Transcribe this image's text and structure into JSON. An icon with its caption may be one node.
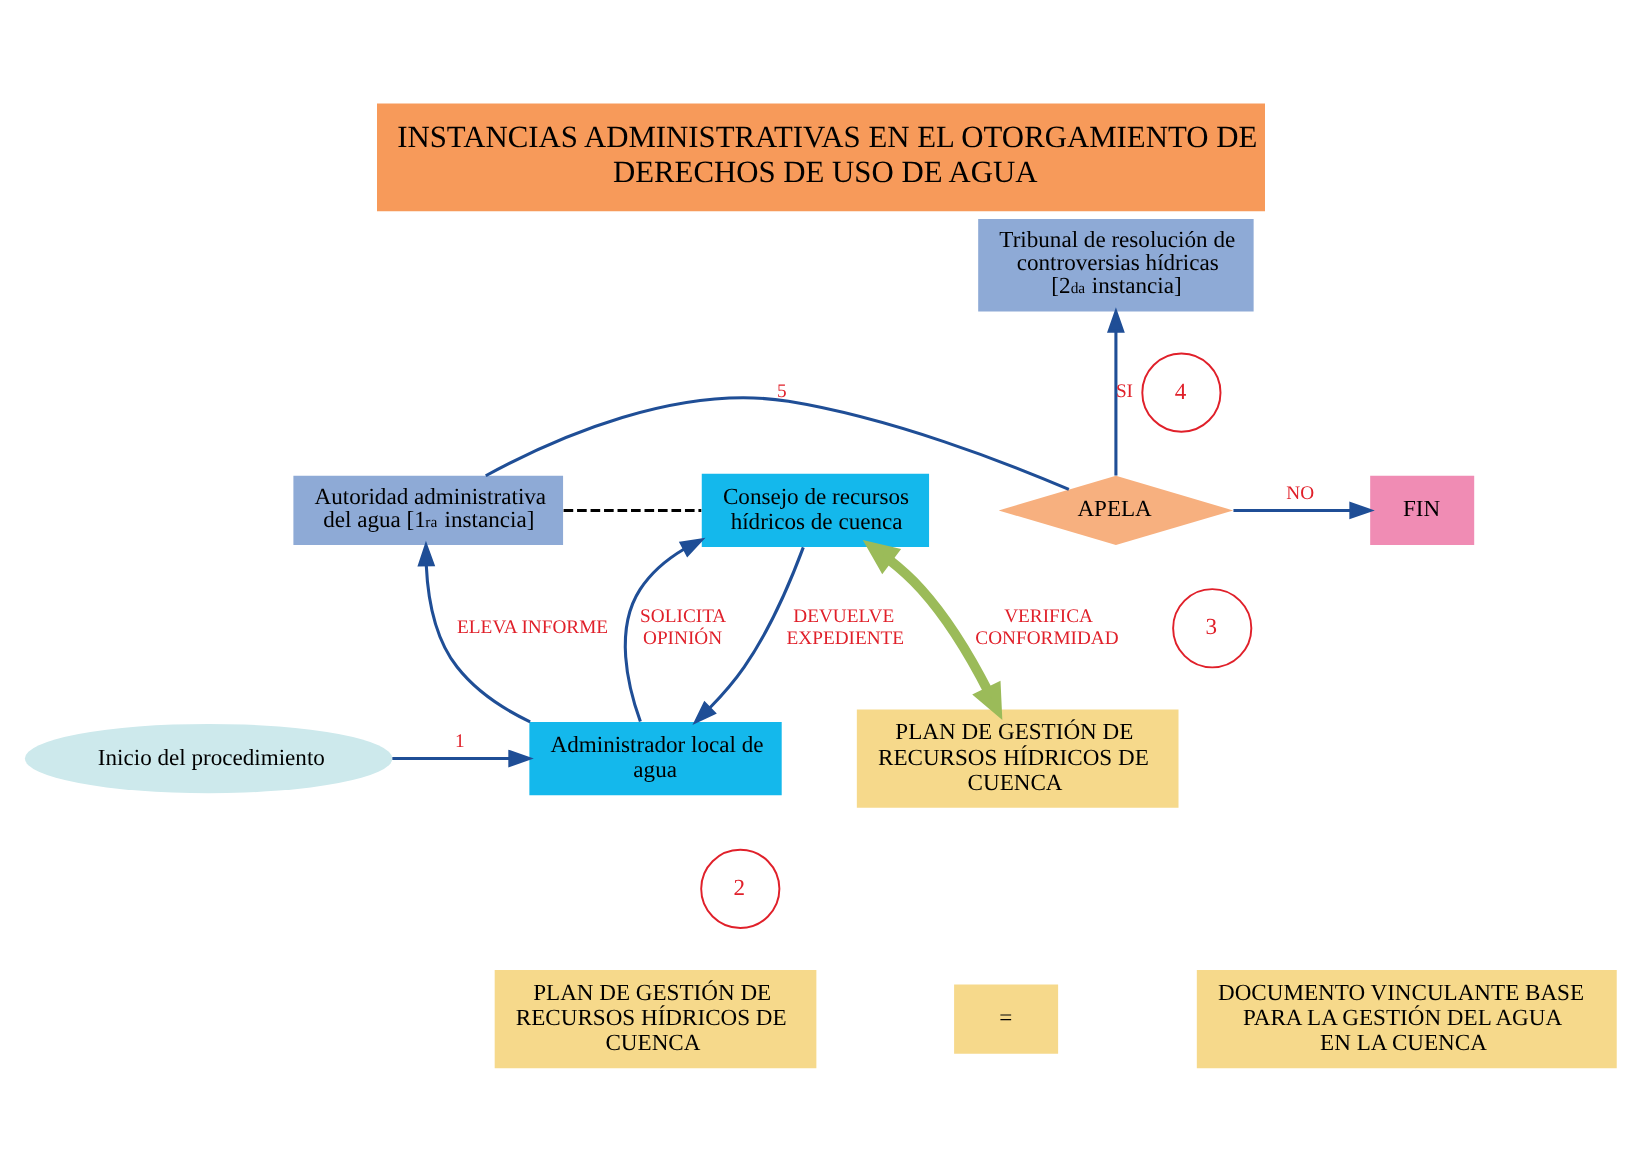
{
  "diagram": {
    "title": "INSTANCIAS ADMINISTRATIVAS EN EL OTORGAMIENTO DE DERECHOS DE USO DE AGUA",
    "nodes": [
      {
        "text": [
          "Tribunal de resolución de controversias hídricas [2$^{da}$ instancia]"
        ]
      },
      {
        "text": [
          "FIN"
        ]
      },
      {
        "text": [
          "APELA"
        ]
      },
      {
        "text": [
          "Autoridad administrativa del agua [1$^{ra}$ instancia]"
        ]
      },
      {
        "text": [
          "Consejo de recursos hídricos de cuenca"
        ]
      },
      {
        "text": [
          "Inicio del procedimiento"
        ]
      },
      {
        "text": [
          "Administrador local de agua"
        ]
      },
      {
        "text": [
          "PLAN DE GESTIÓN DE RECURSOS HÍDRICOS DE CUENCA"
        ]
      },
      {
        "text": [
          "PLAN DE GESTIÓN DE RECURSOS HÍDRICOS DE CUENCA"
        ]
      },
      {
        "text": [
          "="
        ]
      },
      {
        "text": [
          "DOCUMENTO VINCULANTE BASE PARA LA GESTIÓN DEL AGUA EN LA CUENCA"
        ]
      }
    ],
    "edges": [
      {
        "from": 5,
        "to": 6,
        "arrow": "to",
        "label": "1"
      },
      {
        "from": 6,
        "to": 3,
        "arrow": "to",
        "label": "ELEVA INFORME"
      },
      {
        "from": 3,
        "to": 2,
        "arrow": "none",
        "label": "5"
      },
      {
        "from": 2,
        "to": 0,
        "arrow": "to",
        "label": "SI"
      },
      {
        "from": 2,
        "to": 1,
        "arrow": "to",
        "label": "NO"
      },
      {
        "from": 3,
        "to": 4,
        "arrow": "none",
        "style": "dashed",
        "color": "#000000"
      },
      {
        "from": 4,
        "to": 6,
        "arrow": "to",
        "label": "DEVUELVE EXPEDIENTE"
      },
      {
        "from": 6,
        "to": 4,
        "arrow": "to",
        "label": "SOLICITA OPINIÓN"
      },
      {
        "from": 4,
        "to": 7,
        "arrow": "both",
        "label": "VERIFICA CONFORMIDAD",
        "style": "thick",
        "color": "#9bbb59"
      }
    ],
    "labels": [
      "4",
      "3",
      "2"
    ]
  }
}
